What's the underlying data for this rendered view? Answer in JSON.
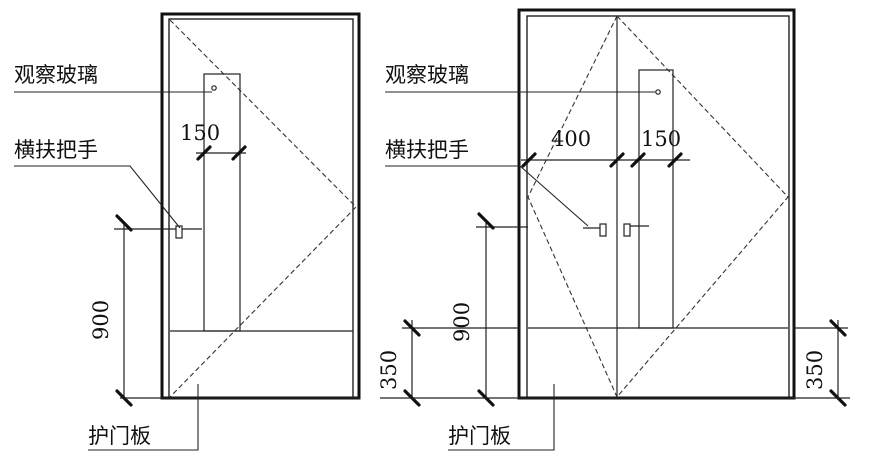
{
  "left_door": {
    "glass_label": "观察玻璃",
    "handle_label": "横扶把手",
    "kickplate_label": "护门板",
    "dim_glass_width": "150",
    "dim_handle_height": "900"
  },
  "right_door": {
    "glass_label": "观察玻璃",
    "handle_label": "横扶把手",
    "kickplate_label": "护门板",
    "dim_offset": "400",
    "dim_glass_width": "150",
    "dim_handle_height": "900",
    "dim_kickplate_left": "350",
    "dim_kickplate_right": "350"
  }
}
